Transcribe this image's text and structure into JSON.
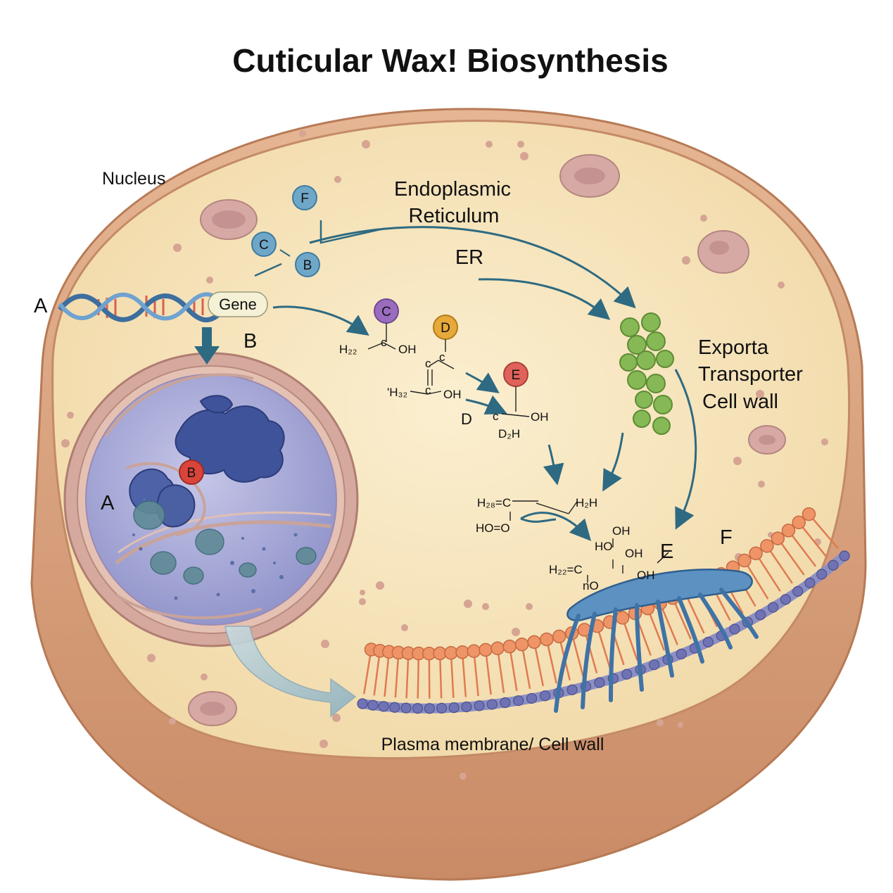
{
  "title": "Cuticular Wax! Biosynthesis",
  "labels": {
    "nucleus": "Nucleus",
    "er_line1": "Endoplasmic",
    "er_line2": "Reticulum",
    "er_short": "ER",
    "export_line1": "Exporta",
    "export_line2": "Transporter",
    "export_line3": "Cell wall",
    "plasma_membrane": "Plasma membrane/ Cell wall",
    "gene": "Gene",
    "a_dna": "A",
    "b_gene": "B",
    "a_nucleus": "A",
    "b_nucleus_badge": "B",
    "e_label": "E",
    "f_label": "F",
    "d_label": "D"
  },
  "badges": {
    "f_top": {
      "text": "F",
      "color": "#6fa7c9"
    },
    "c_top": {
      "text": "C",
      "color": "#6fa7c9"
    },
    "b_top": {
      "text": "B",
      "color": "#6fa7c9"
    },
    "c_purple": {
      "text": "C",
      "color": "#9a6cc0"
    },
    "d_orange": {
      "text": "D",
      "color": "#e7a93a"
    },
    "e_red": {
      "text": "E",
      "color": "#e0625a"
    },
    "b_red": {
      "text": "B",
      "color": "#d9443b"
    }
  },
  "chemistry": {
    "c_left": "H₂₂",
    "c_right": "OH",
    "d_left": "'H₃₂",
    "d_right": "OH",
    "e_right": "OH",
    "e_bottom": "D₂H",
    "lower_h28": "H₂₈=C",
    "lower_h2h": "H₂H",
    "lower_hoo": "HO=O",
    "lower_oh1": "OH",
    "lower_hoo2": "HO",
    "lower_oh2": "OH",
    "lower_h22": "H₂₂=C",
    "lower_no": "nO",
    "lower_oh3": "OH"
  },
  "colors": {
    "cytoplasm": "#f6e4b7",
    "cell_wall": "#d9a07c",
    "nucleus": "#9da0d3",
    "er_green": "#7fb24e",
    "lipid_head": "#e9875a",
    "transporter": "#4f86b8",
    "arrow": "#2e6a82"
  }
}
